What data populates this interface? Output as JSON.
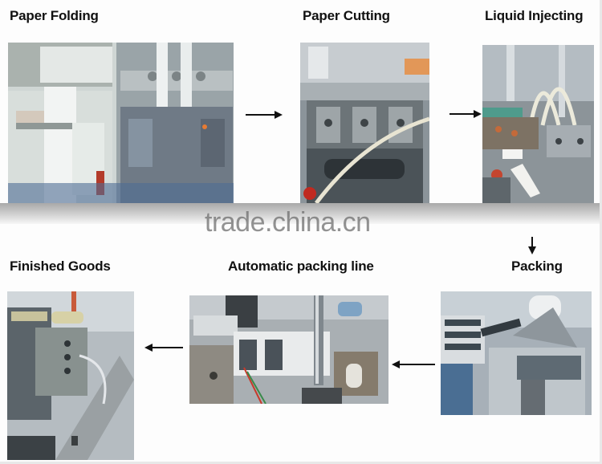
{
  "steps": [
    {
      "id": "paper-folding",
      "label": "Paper Folding"
    },
    {
      "id": "paper-cutting",
      "label": "Paper Cutting"
    },
    {
      "id": "liquid-injecting",
      "label": "Liquid Injecting"
    },
    {
      "id": "packing",
      "label": "Packing"
    },
    {
      "id": "automatic-packing-line",
      "label": "Automatic packing line"
    },
    {
      "id": "finished-goods",
      "label": "Finished Goods"
    }
  ],
  "flow": [
    {
      "from": "Paper Folding",
      "to": "Paper Cutting",
      "direction": "right"
    },
    {
      "from": "Paper Cutting",
      "to": "Liquid Injecting",
      "direction": "right"
    },
    {
      "from": "Liquid Injecting",
      "to": "Packing",
      "direction": "down"
    },
    {
      "from": "Packing",
      "to": "Automatic packing line",
      "direction": "left"
    },
    {
      "from": "Automatic packing line",
      "to": "Finished Goods",
      "direction": "left"
    }
  ],
  "watermark": "trade.china.cn",
  "colors": {
    "label": "#111111",
    "arrow": "#111111",
    "background": "#fdfdfd",
    "watermark": "#6e6e6e"
  }
}
